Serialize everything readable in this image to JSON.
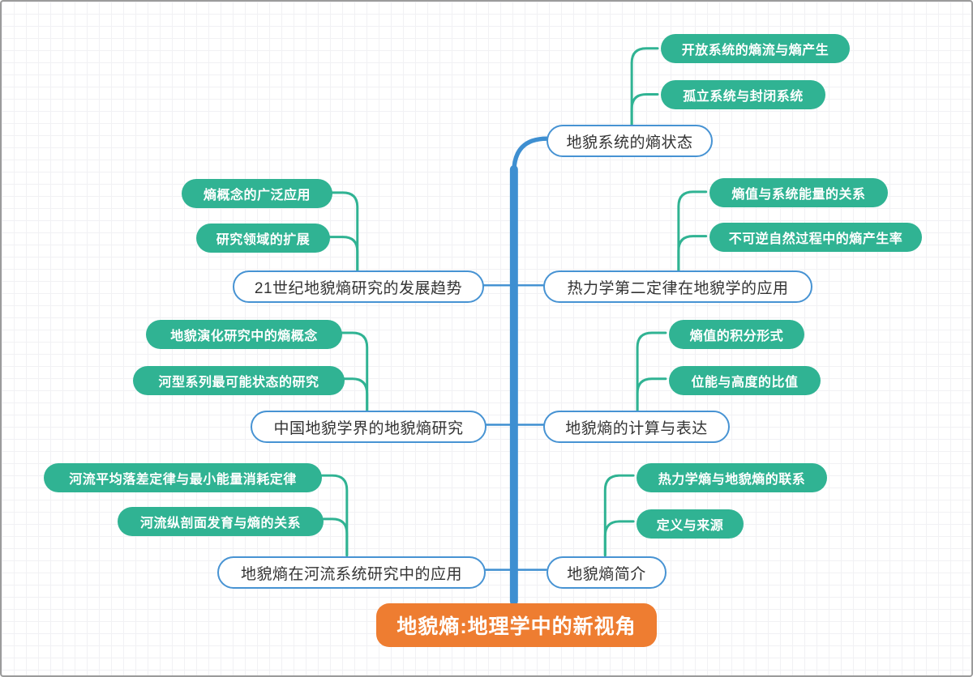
{
  "root": {
    "label": "地貌熵:地理学中的新视角"
  },
  "branches": [
    {
      "label": "地貌系统的熵状态",
      "side": "right",
      "children": [
        "开放系统的熵流与熵产生",
        "孤立系统与封闭系统"
      ]
    },
    {
      "label": "热力学第二定律在地貌学的应用",
      "side": "right",
      "children": [
        "熵值与系统能量的关系",
        "不可逆自然过程中的熵产生率"
      ]
    },
    {
      "label": "地貌熵的计算与表达",
      "side": "right",
      "children": [
        "熵值的积分形式",
        "位能与高度的比值"
      ]
    },
    {
      "label": "地貌熵简介",
      "side": "right",
      "children": [
        "热力学熵与地貌熵的联系",
        "定义与来源"
      ]
    },
    {
      "label": "21世纪地貌熵研究的发展趋势",
      "side": "left",
      "children": [
        "熵概念的广泛应用",
        "研究领域的扩展"
      ]
    },
    {
      "label": "中国地貌学界的地貌熵研究",
      "side": "left",
      "children": [
        "地貌演化研究中的熵概念",
        "河型系列最可能状态的研究"
      ]
    },
    {
      "label": "地貌熵在河流系统研究中的应用",
      "side": "left",
      "children": [
        "河流平均落差定律与最小能量消耗定律",
        "河流纵剖面发育与熵的关系"
      ]
    }
  ],
  "colors": {
    "trunk_blue": "#3E8FD1",
    "topic_border_blue": "#4793D3",
    "subtopic_teal": "#30B393",
    "root_orange": "#EE7D31",
    "grid_line": "#F1F1F4",
    "topic_text": "#333333",
    "subtopic_text": "#FFFFFF"
  }
}
